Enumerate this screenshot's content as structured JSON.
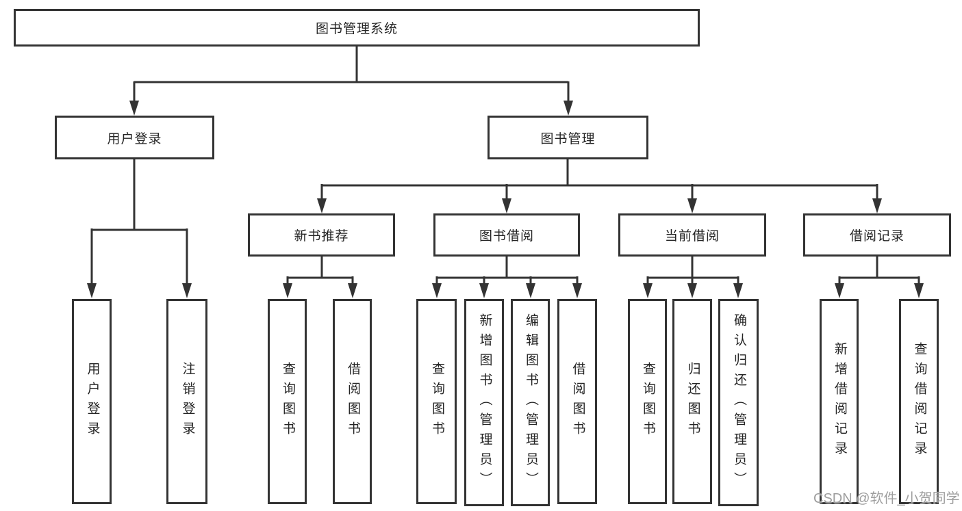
{
  "tree": {
    "root": {
      "label": "图书管理系统",
      "children": [
        {
          "label": "用户登录",
          "children": [
            {
              "label": "用户登录"
            },
            {
              "label": "注销登录"
            }
          ]
        },
        {
          "label": "图书管理",
          "children": [
            {
              "label": "新书推荐",
              "children": [
                {
                  "label": "查询图书"
                },
                {
                  "label": "借阅图书"
                }
              ]
            },
            {
              "label": "图书借阅",
              "children": [
                {
                  "label": "查询图书"
                },
                {
                  "label": "新增图书（管理员）"
                },
                {
                  "label": "编辑图书（管理员）"
                },
                {
                  "label": "借阅图书"
                }
              ]
            },
            {
              "label": "当前借阅",
              "children": [
                {
                  "label": "查询图书"
                },
                {
                  "label": "归还图书"
                },
                {
                  "label": "确认归还（管理员）"
                }
              ]
            },
            {
              "label": "借阅记录",
              "children": [
                {
                  "label": "新增借阅记录"
                },
                {
                  "label": "查询借阅记录"
                }
              ]
            }
          ]
        }
      ]
    }
  },
  "watermark": {
    "text": "CSDN @软件_小贺同学"
  },
  "colors": {
    "line": "#333333",
    "box_border": "#333333",
    "background": "#ffffff",
    "watermark": "#9e9e9e"
  }
}
